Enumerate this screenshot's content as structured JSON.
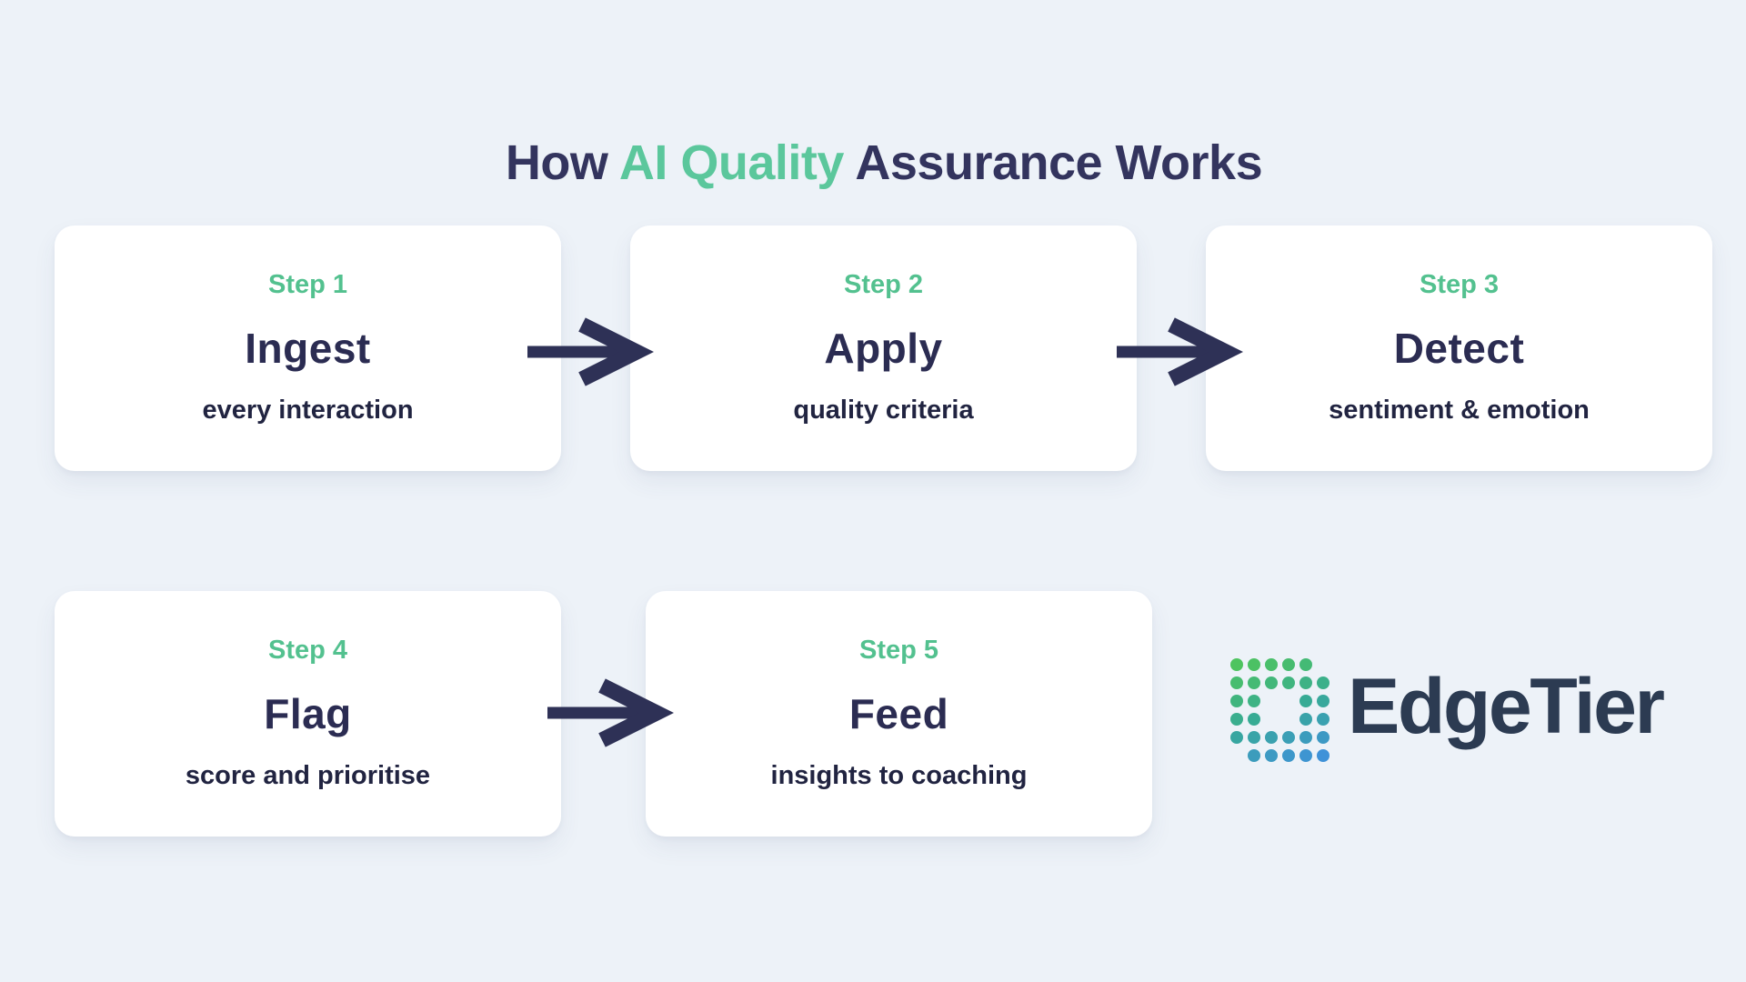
{
  "title": {
    "prefix": "How ",
    "highlight": "AI Quality",
    "suffix": " Assurance Works"
  },
  "steps": [
    {
      "label": "Step 1",
      "title": "Ingest",
      "subtitle": "every interaction"
    },
    {
      "label": "Step 2",
      "title": "Apply",
      "subtitle": "quality criteria"
    },
    {
      "label": "Step 3",
      "title": "Detect",
      "subtitle": "sentiment & emotion"
    },
    {
      "label": "Step 4",
      "title": "Flag",
      "subtitle": "score and prioritise"
    },
    {
      "label": "Step 5",
      "title": "Feed",
      "subtitle": "insights to coaching"
    }
  ],
  "logo": {
    "text": "EdgeTier",
    "dot_pattern": [
      [
        1,
        1,
        1,
        1,
        1,
        0
      ],
      [
        1,
        1,
        1,
        1,
        1,
        1
      ],
      [
        1,
        1,
        0,
        0,
        1,
        1
      ],
      [
        1,
        1,
        0,
        0,
        1,
        1
      ],
      [
        1,
        1,
        1,
        1,
        1,
        1
      ],
      [
        0,
        1,
        1,
        1,
        1,
        1
      ]
    ]
  },
  "colors": {
    "background": "#edf2f8",
    "card_bg": "#ffffff",
    "title_text": "#33345e",
    "title_accent": "#5bc79c",
    "step_label": "#53c18f",
    "step_title": "#2b2c52",
    "step_subtitle": "#212441",
    "arrow": "#2e3156",
    "logo_text": "#2c3b52",
    "logo_gradient_top": "#4ec45f",
    "logo_gradient_mid": "#37ab94",
    "logo_gradient_bottom": "#3f92d8"
  }
}
